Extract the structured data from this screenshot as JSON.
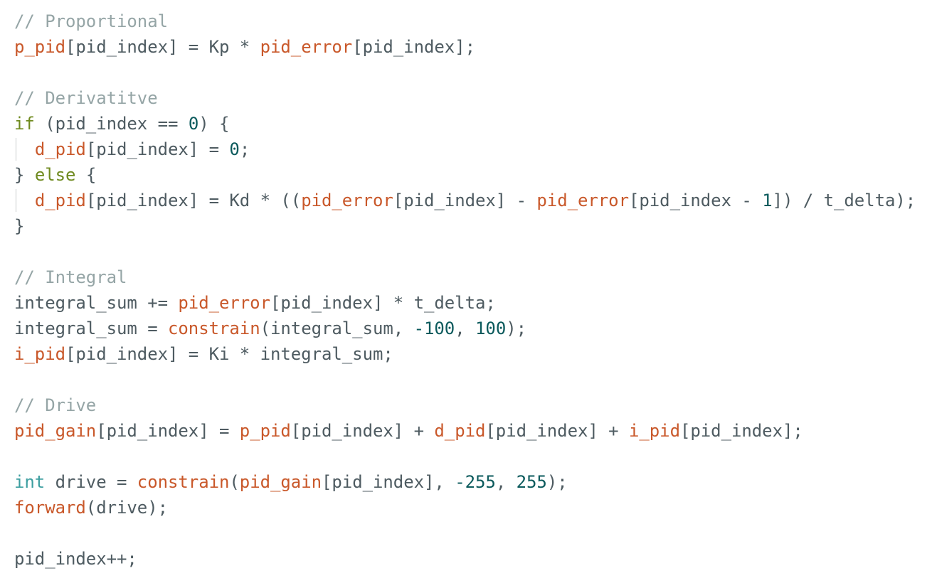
{
  "editor": {
    "colors": {
      "background": "#ffffff",
      "plain": "#4e5b61",
      "comment": "#95a5a6",
      "function": "#c9582a",
      "keyword": "#6f8a1f",
      "number": "#0b5a5c",
      "type": "#3c9ea0",
      "indent_guide": "#c8cccc"
    },
    "lines": [
      {
        "tokens": [
          {
            "t": "comment",
            "v": "// Proportional"
          }
        ]
      },
      {
        "tokens": [
          {
            "t": "func",
            "v": "p_pid"
          },
          {
            "t": "plain",
            "v": "[pid_index] = Kp * "
          },
          {
            "t": "func",
            "v": "pid_error"
          },
          {
            "t": "plain",
            "v": "[pid_index];"
          }
        ]
      },
      {
        "tokens": []
      },
      {
        "tokens": [
          {
            "t": "comment",
            "v": "// Derivatitve"
          }
        ]
      },
      {
        "tokens": [
          {
            "t": "keyword",
            "v": "if"
          },
          {
            "t": "plain",
            "v": " (pid_index == "
          },
          {
            "t": "number",
            "v": "0"
          },
          {
            "t": "plain",
            "v": ") {"
          }
        ]
      },
      {
        "guide": true,
        "tokens": [
          {
            "t": "plain",
            "v": "  "
          },
          {
            "t": "func",
            "v": "d_pid"
          },
          {
            "t": "plain",
            "v": "[pid_index] = "
          },
          {
            "t": "number",
            "v": "0"
          },
          {
            "t": "plain",
            "v": ";"
          }
        ]
      },
      {
        "tokens": [
          {
            "t": "plain",
            "v": "} "
          },
          {
            "t": "keyword",
            "v": "else"
          },
          {
            "t": "plain",
            "v": " {"
          }
        ]
      },
      {
        "guide": true,
        "tokens": [
          {
            "t": "plain",
            "v": "  "
          },
          {
            "t": "func",
            "v": "d_pid"
          },
          {
            "t": "plain",
            "v": "[pid_index] = Kd * (("
          },
          {
            "t": "func",
            "v": "pid_error"
          },
          {
            "t": "plain",
            "v": "[pid_index] - "
          },
          {
            "t": "func",
            "v": "pid_error"
          },
          {
            "t": "plain",
            "v": "[pid_index - "
          },
          {
            "t": "number",
            "v": "1"
          },
          {
            "t": "plain",
            "v": "]) / t_delta);"
          }
        ]
      },
      {
        "tokens": [
          {
            "t": "plain",
            "v": "}"
          }
        ]
      },
      {
        "tokens": []
      },
      {
        "tokens": [
          {
            "t": "comment",
            "v": "// Integral"
          }
        ]
      },
      {
        "tokens": [
          {
            "t": "plain",
            "v": "integral_sum += "
          },
          {
            "t": "func",
            "v": "pid_error"
          },
          {
            "t": "plain",
            "v": "[pid_index] * t_delta;"
          }
        ]
      },
      {
        "tokens": [
          {
            "t": "plain",
            "v": "integral_sum = "
          },
          {
            "t": "func",
            "v": "constrain"
          },
          {
            "t": "plain",
            "v": "(integral_sum, "
          },
          {
            "t": "number",
            "v": "-100"
          },
          {
            "t": "plain",
            "v": ", "
          },
          {
            "t": "number",
            "v": "100"
          },
          {
            "t": "plain",
            "v": ");"
          }
        ]
      },
      {
        "tokens": [
          {
            "t": "func",
            "v": "i_pid"
          },
          {
            "t": "plain",
            "v": "[pid_index] = Ki * integral_sum;"
          }
        ]
      },
      {
        "tokens": []
      },
      {
        "tokens": [
          {
            "t": "comment",
            "v": "// Drive"
          }
        ]
      },
      {
        "tokens": [
          {
            "t": "func",
            "v": "pid_gain"
          },
          {
            "t": "plain",
            "v": "[pid_index] = "
          },
          {
            "t": "func",
            "v": "p_pid"
          },
          {
            "t": "plain",
            "v": "[pid_index] + "
          },
          {
            "t": "func",
            "v": "d_pid"
          },
          {
            "t": "plain",
            "v": "[pid_index] + "
          },
          {
            "t": "func",
            "v": "i_pid"
          },
          {
            "t": "plain",
            "v": "[pid_index];"
          }
        ]
      },
      {
        "tokens": []
      },
      {
        "tokens": [
          {
            "t": "type",
            "v": "int"
          },
          {
            "t": "plain",
            "v": " drive = "
          },
          {
            "t": "func",
            "v": "constrain"
          },
          {
            "t": "plain",
            "v": "("
          },
          {
            "t": "func",
            "v": "pid_gain"
          },
          {
            "t": "plain",
            "v": "[pid_index], "
          },
          {
            "t": "number",
            "v": "-255"
          },
          {
            "t": "plain",
            "v": ", "
          },
          {
            "t": "number",
            "v": "255"
          },
          {
            "t": "plain",
            "v": ");"
          }
        ]
      },
      {
        "tokens": [
          {
            "t": "func",
            "v": "forward"
          },
          {
            "t": "plain",
            "v": "(drive);"
          }
        ]
      },
      {
        "tokens": []
      },
      {
        "tokens": [
          {
            "t": "plain",
            "v": "pid_index++;"
          }
        ]
      }
    ]
  }
}
